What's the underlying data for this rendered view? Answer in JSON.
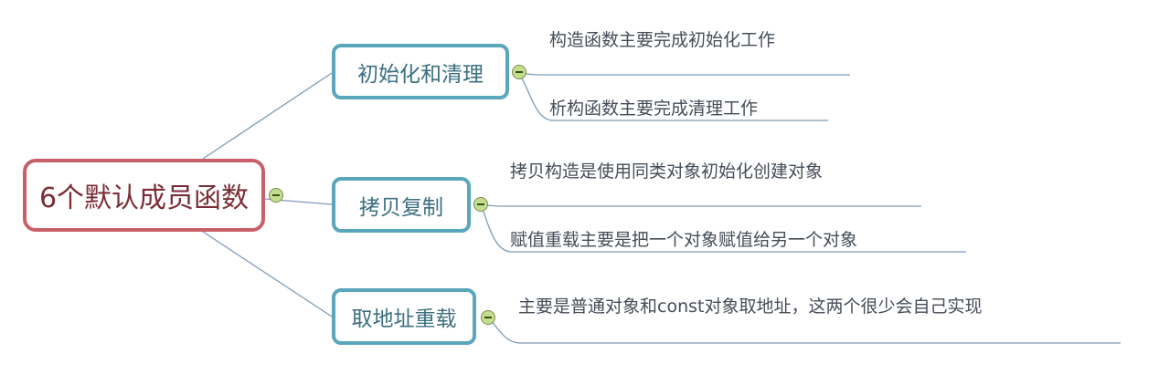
{
  "root": {
    "label": "6个默认成员函数"
  },
  "branches": [
    {
      "label": "初始化和清理",
      "leaves": [
        "构造函数主要完成初始化工作",
        "析构函数主要完成清理工作"
      ]
    },
    {
      "label": "拷贝复制",
      "leaves": [
        "拷贝构造是使用同类对象初始化创建对象",
        "赋值重载主要是把一个对象赋值给另一个对象"
      ]
    },
    {
      "label": "取地址重载",
      "leaves": [
        "主要是普通对象和const对象取地址，这两个很少会自己实现"
      ]
    }
  ],
  "colors": {
    "root_border": "#c8606a",
    "branch_border": "#5aa6ba",
    "connector": "#7f9ab5",
    "collapse_fill": "#c2df8e"
  },
  "icons": {
    "collapse": "collapse-minus-icon"
  }
}
